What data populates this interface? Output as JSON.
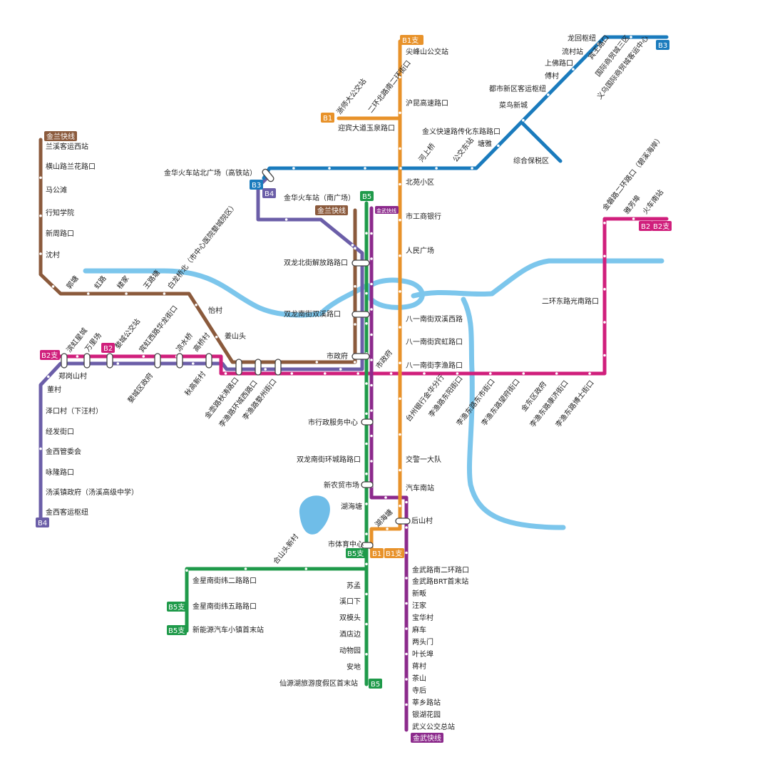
{
  "colors": {
    "B1": "#e8922a",
    "B2": "#d01f7c",
    "B3": "#1a7bbd",
    "B4": "#6b5ea8",
    "B5": "#1f9a4a",
    "jinlan": "#8b5a3c",
    "jinwu": "#8c2a8c",
    "river": "#7cc6ec",
    "lake": "#6fbde8"
  },
  "route_tags": {
    "b1_branch_top": "B1支",
    "b1_left": "B1",
    "b1_bottom": "B1",
    "b1_branch_bottom": "B1支",
    "b3_right": "B3",
    "b3_left": "B3",
    "b4_top": "B4",
    "b4_bottom": "B4",
    "b5_top": "B5",
    "b5_bottom": "B5",
    "b5_branch_mid": "B5支",
    "b5_branch_1": "B5支",
    "b5_branch_2": "B5支",
    "b2_left": "B2支",
    "b2_mid": "B2",
    "b2_right": "B2",
    "b2_branch_right": "B2支",
    "jinlan_left": "金兰快线",
    "jinlan_center": "金兰快线",
    "jinwu_small": "金武快线",
    "jinwu_bottom": "金武快线"
  },
  "stations": {
    "b1": [
      "尖峰山公交站",
      "沪昆高速路口",
      "北苑小区",
      "市工商银行",
      "人民广场",
      "八一南街双溪西路",
      "八一南街宾虹路口",
      "八一南街李渔路口",
      "交警一大队",
      "汽车南站",
      "后山村"
    ],
    "b1_left": [
      "浙师大公交站",
      "二环北路南二环街口",
      "迎宾大道玉泉路口"
    ],
    "b3": [
      "龙回枢纽",
      "流村站",
      "上佛路口",
      "傅村",
      "都市新区客运枢纽",
      "菜鸟新城",
      "金义快速路传化东路路口",
      "塘雅",
      "公交东站",
      "河上桥",
      "金华火车站北广场（高铁站）"
    ],
    "b3_right": [
      "宾王路口",
      "国际商贸城三区",
      "义乌国际商贸城客运中心"
    ],
    "b3_branch": "综合保税区",
    "jinlan": [
      "兰溪客运西站",
      "横山路兰花路口",
      "马公滩",
      "行知学院",
      "新周路口",
      "沈村",
      "郭塘",
      "虹路",
      "楼家",
      "王路塘",
      "白龙桥北（市中心医院婺城院区）",
      "怡村",
      "姜山头"
    ],
    "center": [
      "金华火车站（南广场）",
      "双龙北街解放路路口",
      "双龙南街双溪路口",
      "市政府",
      "市行政服务中心",
      "双龙南街环城路路口",
      "新农贸市场",
      "湖海塘",
      "市体育中心"
    ],
    "b2": [
      "滨虹星城",
      "万里场",
      "婺城公交站",
      "宾虹西路华龙街口",
      "凉水桥",
      "高桥村",
      "郑岗山村",
      "婺城区政府",
      "秋高新村",
      "金壶路秋涛路口",
      "李渔路环城西路口",
      "李渔路婺州街口",
      "市政府",
      "台州银行金华分行",
      "李渔路东阳街口",
      "李渔东路东市街口",
      "李渔东路望府街口",
      "金东区政府",
      "李渔东路康济街口",
      "李渔东路博士街口",
      "二环东路光南路口",
      "金磐路二环路口（碧溪海岸）",
      "雅芳埠",
      "火车南站"
    ],
    "b4": [
      "董村",
      "泽口村（下汪村）",
      "经发街口",
      "金西管委会",
      "咏隆路口",
      "汤溪镇政府（汤溪高级中学）",
      "金西客运枢纽"
    ],
    "b5": [
      "苏孟",
      "溪口下",
      "双模头",
      "酒店边",
      "动物园",
      "安地",
      "仙源湖旅游度假区首末站"
    ],
    "b5_branch": [
      "合山头新村",
      "金星南街纬二路路口",
      "金星南街纬五路路口",
      "新能源汽车小镇首末站"
    ],
    "b1_branch_bottom": "湖海塘",
    "jinwu": [
      "金武路南二环路口",
      "金武路BRT首末站",
      "新畈",
      "汪家",
      "宝华村",
      "麻车",
      "两头门",
      "叶长埠",
      "蒋村",
      "茶山",
      "寺后",
      "莘乡路站",
      "银湖花园",
      "武义公交总站"
    ]
  }
}
